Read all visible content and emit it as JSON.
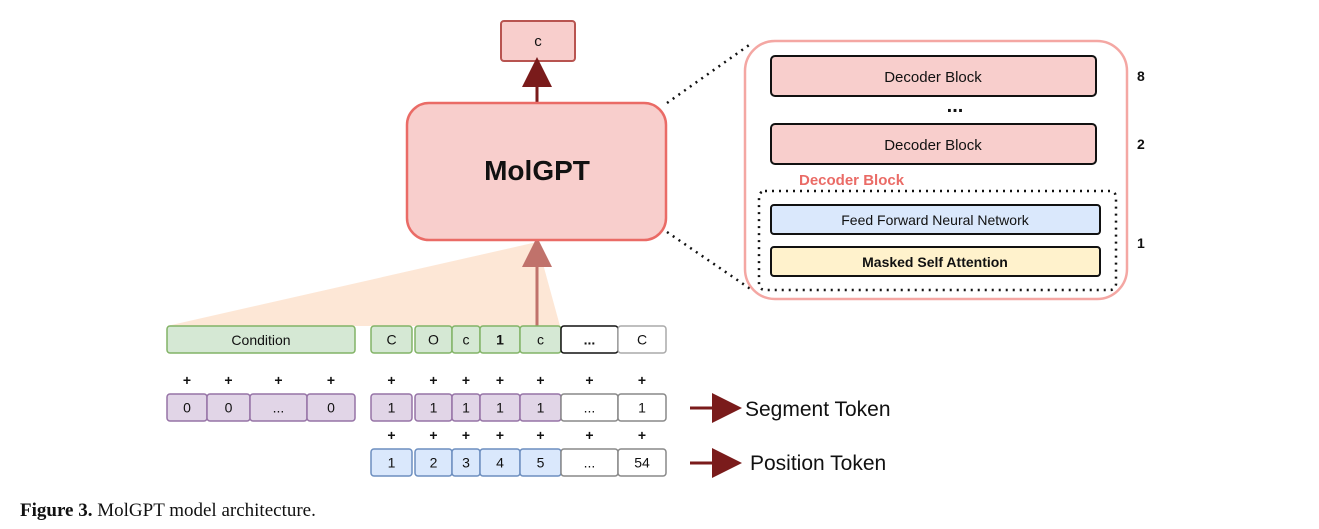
{
  "output_token": "c",
  "model_label": "MolGPT",
  "decoder_stack": {
    "blocks": [
      {
        "label": "Decoder Block",
        "index": "8"
      },
      {
        "label": "Decoder Block",
        "index": "2"
      }
    ],
    "ellipsis": "...",
    "inner_block_title": "Decoder Block",
    "inner_block_index": "1",
    "ffnn_label": "Feed Forward Neural Network",
    "attention_label": "Masked Self Attention"
  },
  "inputs": {
    "condition_label": "Condition",
    "smiles_tokens": [
      "C",
      "O",
      "c",
      "1",
      "c",
      "...",
      "C"
    ],
    "plus_sign": "+",
    "segment_condition": [
      "0",
      "0",
      "...",
      "0"
    ],
    "segment_smiles": [
      "1",
      "1",
      "1",
      "1",
      "1",
      "...",
      "1"
    ],
    "position_tokens": [
      "1",
      "2",
      "3",
      "4",
      "5",
      "...",
      "54"
    ],
    "segment_label": "Segment Token",
    "position_label": "Position Token"
  },
  "colors": {
    "pink_fill": "#f8cecc",
    "pink_border": "#b85450",
    "arrow": "#7a1b1b",
    "green_fill": "#d5e8d4",
    "green_border": "#82b366",
    "purple_fill": "#e1d5e7",
    "purple_border": "#9673a6",
    "blue_fill": "#dae8fc",
    "blue_border": "#6c8ebf",
    "yellow_fill": "#fff2cc",
    "outer_border": "#ea6b66",
    "cone_fill": "#fde3cf"
  },
  "caption": {
    "label": "Figure 3.",
    "text": "MolGPT model architecture."
  }
}
